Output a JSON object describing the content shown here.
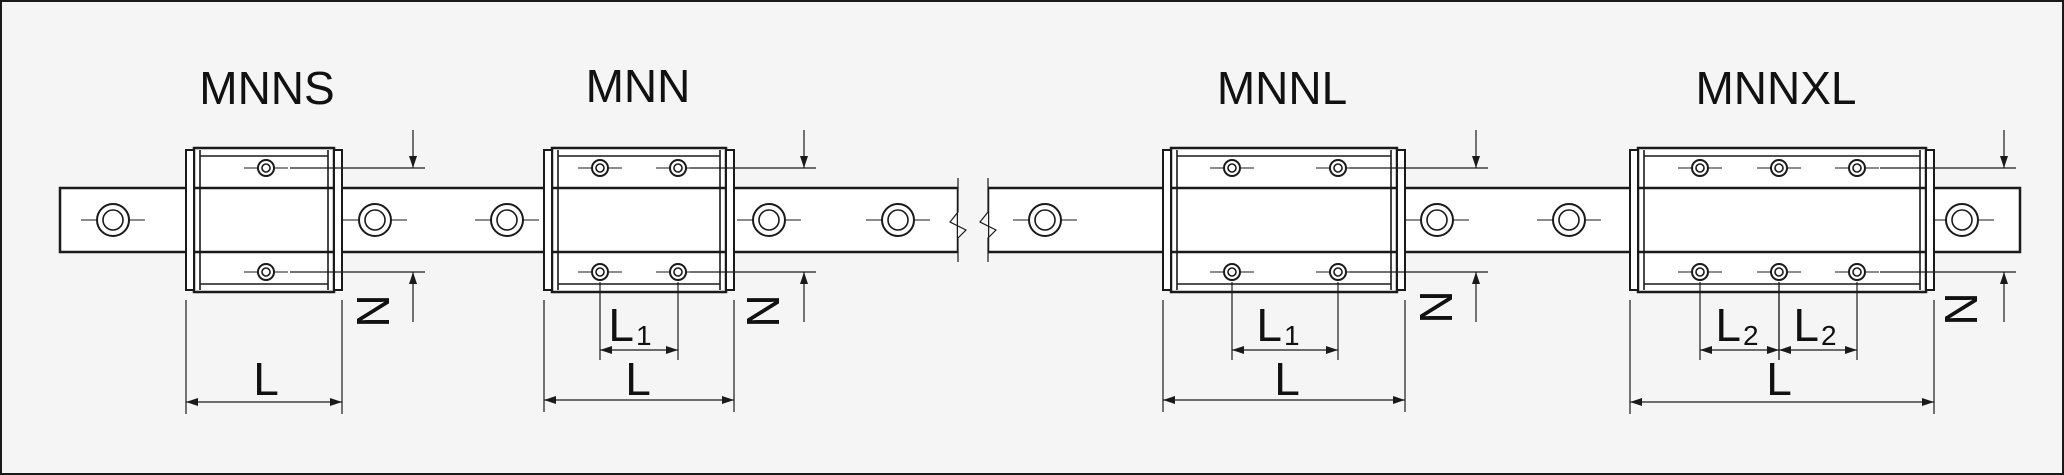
{
  "diagram": {
    "titles": [
      "MNNS",
      "MNN",
      "MNNL",
      "MNNXL"
    ],
    "labels": {
      "length": "L",
      "pitch1": "L",
      "pitch1_sub": "1",
      "pitch2": "L",
      "pitch2_sub": "2",
      "height": "N"
    },
    "colors": {
      "line": "#1a1a1a",
      "background": "#f5f5f5",
      "fill": "#ffffff"
    }
  }
}
